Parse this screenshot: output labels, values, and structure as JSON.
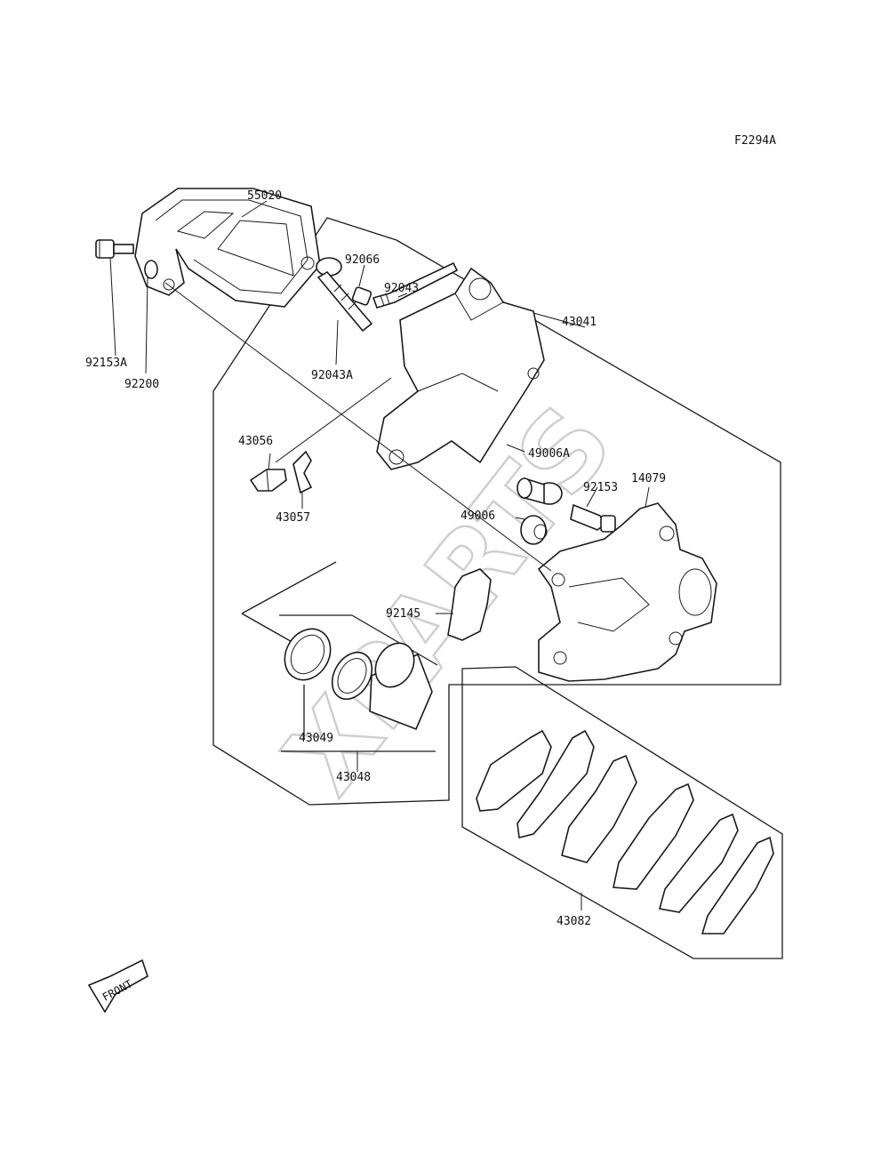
{
  "figure_code": "F2294A",
  "watermark_text": "XPARTS",
  "front_label": "FRONT",
  "parts": {
    "p55020": "55020",
    "p92066": "92066",
    "p92043": "92043",
    "p43041": "43041",
    "p92153A": "92153A",
    "p92200": "92200",
    "p92043A": "92043A",
    "p43056": "43056",
    "p49006A": "49006A",
    "p43057": "43057",
    "p92153": "92153",
    "p14079": "14079",
    "p49006": "49006",
    "p92145": "92145",
    "p43049": "43049",
    "p43048": "43048",
    "p43082": "43082"
  }
}
